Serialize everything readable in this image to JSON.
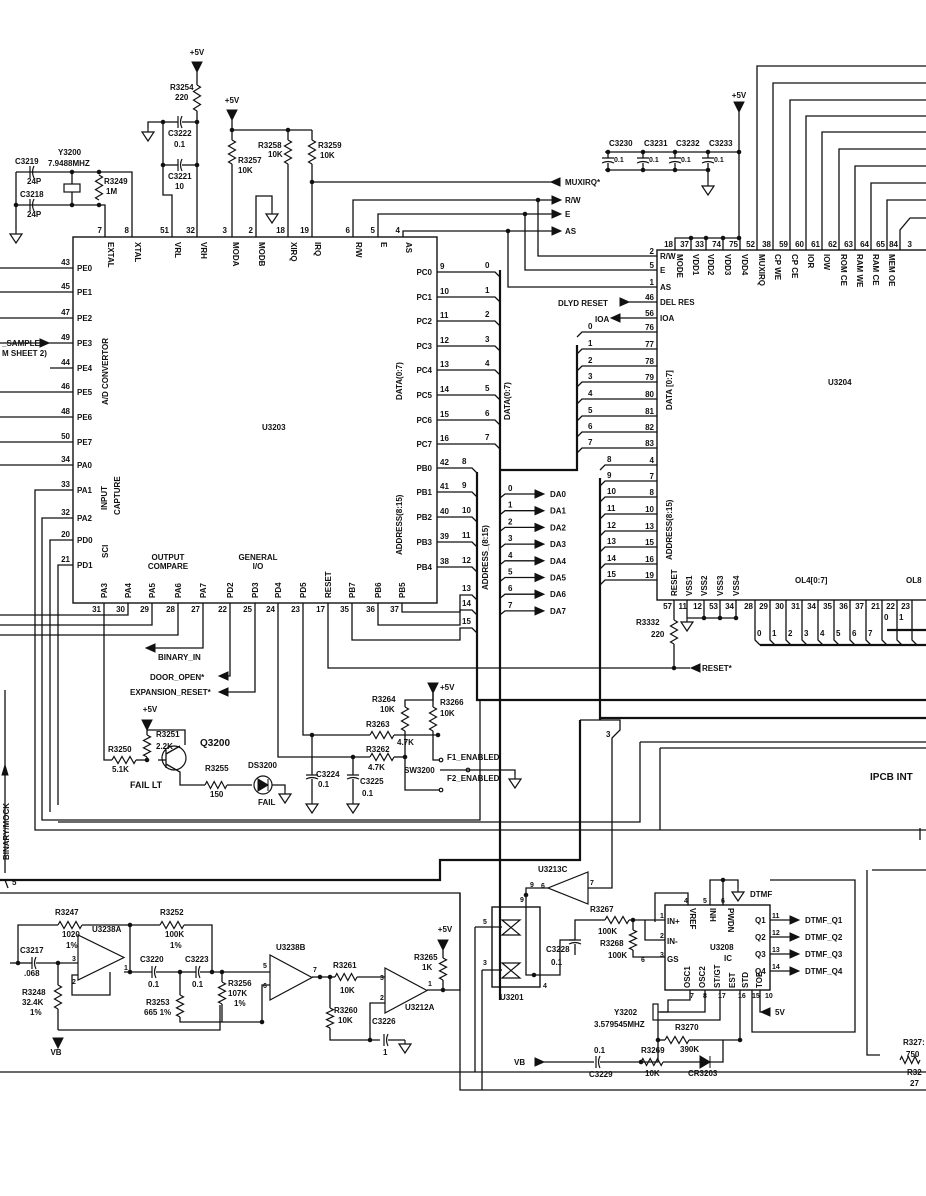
{
  "power_label": "+5V",
  "u3203": {
    "ref": "U3203",
    "top": [
      {
        "n": "7",
        "s": "EXTAL"
      },
      {
        "n": "8",
        "s": "XTAL"
      },
      {
        "n": "51",
        "s": "VRL"
      },
      {
        "n": "32",
        "s": "VRH"
      },
      {
        "n": "3",
        "s": "MODA"
      },
      {
        "n": "2",
        "s": "MODB"
      },
      {
        "n": "18",
        "s": "XIRQ"
      },
      {
        "n": "19",
        "s": "IRQ"
      },
      {
        "n": "6",
        "s": "R/W"
      },
      {
        "n": "5",
        "s": "E"
      },
      {
        "n": "4",
        "s": "AS"
      }
    ],
    "left": [
      {
        "n": "43",
        "s": "PE0"
      },
      {
        "n": "45",
        "s": "PE1"
      },
      {
        "n": "47",
        "s": "PE2"
      },
      {
        "n": "49",
        "s": "PE3"
      },
      {
        "n": "44",
        "s": "PE4"
      },
      {
        "n": "46",
        "s": "PE5"
      },
      {
        "n": "48",
        "s": "PE6"
      },
      {
        "n": "50",
        "s": "PE7"
      },
      {
        "n": "34",
        "s": "PA0"
      },
      {
        "n": "33",
        "s": "PA1"
      },
      {
        "n": "32",
        "s": "PA2"
      },
      {
        "n": "20",
        "s": "PD0"
      },
      {
        "n": "21",
        "s": "PD1"
      }
    ],
    "bottom": [
      {
        "n": "31",
        "s": "PA3"
      },
      {
        "n": "30",
        "s": "PA4"
      },
      {
        "n": "29",
        "s": "PA5"
      },
      {
        "n": "28",
        "s": "PA6"
      },
      {
        "n": "27",
        "s": "PA7"
      },
      {
        "n": "22",
        "s": "PD2"
      },
      {
        "n": "25",
        "s": "PD3"
      },
      {
        "n": "24",
        "s": "PD4"
      },
      {
        "n": "23",
        "s": "PD5"
      },
      {
        "n": "17",
        "s": "RESET"
      },
      {
        "n": "35",
        "s": "PB7"
      },
      {
        "n": "36",
        "s": "PB6"
      },
      {
        "n": "37",
        "s": "PB5"
      }
    ],
    "right": [
      {
        "n": "9",
        "s": "PC0"
      },
      {
        "n": "10",
        "s": "PC1"
      },
      {
        "n": "11",
        "s": "PC2"
      },
      {
        "n": "12",
        "s": "PC3"
      },
      {
        "n": "13",
        "s": "PC4"
      },
      {
        "n": "14",
        "s": "PC5"
      },
      {
        "n": "15",
        "s": "PC6"
      },
      {
        "n": "16",
        "s": "PC7"
      },
      {
        "n": "42",
        "s": "PB0"
      },
      {
        "n": "41",
        "s": "PB1"
      },
      {
        "n": "40",
        "s": "PB2"
      },
      {
        "n": "39",
        "s": "PB3"
      },
      {
        "n": "38",
        "s": "PB4"
      }
    ],
    "groups": {
      "ad": "A/D CONVERTOR",
      "input": "INPUT",
      "capture": "CAPTURE",
      "sci": "SCI",
      "output": "OUTPUT",
      "compare": "COMPARE",
      "general": "GENERAL",
      "io": "I/O",
      "data": "DATA(0:7)",
      "address": "ADDRESS(8:15)"
    }
  },
  "buses": {
    "data": "DATA(0:7)",
    "address": "ADDRESS_(8:15)",
    "bits": [
      "0",
      "1",
      "2",
      "3",
      "4",
      "5",
      "6",
      "7",
      "8",
      "9",
      "10",
      "11",
      "12",
      "13",
      "14",
      "15"
    ],
    "da": [
      "DA0",
      "DA1",
      "DA2",
      "DA3",
      "DA4",
      "DA5",
      "DA6",
      "DA7"
    ]
  },
  "u3204": {
    "ref": "U3204",
    "top": [
      {
        "n": "18",
        "s": "MODE"
      },
      {
        "n": "37",
        "s": "VDD1"
      },
      {
        "n": "33",
        "s": "VDD2"
      },
      {
        "n": "74",
        "s": "VDD3"
      },
      {
        "n": "75",
        "s": "VDD4"
      },
      {
        "n": "52",
        "s": "MUXIRQ"
      },
      {
        "n": "38",
        "s": "CP WE"
      },
      {
        "n": "59",
        "s": "CP CE"
      },
      {
        "n": "60",
        "s": "IOR"
      },
      {
        "n": "61",
        "s": "IOW"
      },
      {
        "n": "62",
        "s": "ROM CE"
      },
      {
        "n": "63",
        "s": "RAM WE"
      },
      {
        "n": "64",
        "s": "RAM CE"
      },
      {
        "n": "65",
        "s": "MEM OE"
      },
      {
        "n": "84",
        "s": ""
      },
      {
        "n": "3",
        "s": ""
      }
    ],
    "left": [
      {
        "n": "2",
        "s": "R/W"
      },
      {
        "n": "5",
        "s": "E"
      },
      {
        "n": "1",
        "s": "AS"
      },
      {
        "n": "46",
        "s": "DEL RES"
      },
      {
        "n": "56",
        "s": "IOA"
      }
    ],
    "data_pins": [
      "76",
      "77",
      "78",
      "79",
      "80",
      "81",
      "82",
      "83"
    ],
    "addr_pins": [
      "4",
      "7",
      "8",
      "10",
      "13",
      "15",
      "16",
      "19"
    ],
    "bottom": [
      {
        "n": "57",
        "s": "RESET"
      },
      {
        "n": "11",
        "s": "VSS1"
      },
      {
        "n": "12",
        "s": "VSS2"
      },
      {
        "n": "53",
        "s": "VSS3"
      },
      {
        "n": "34",
        "s": "VSS4"
      }
    ],
    "ol_pins": [
      "28",
      "29",
      "30",
      "31",
      "34",
      "35",
      "36",
      "37",
      "21",
      "22",
      "23"
    ],
    "ol_bits": [
      "0",
      "1",
      "2",
      "3",
      "4",
      "5",
      "6",
      "7",
      "0",
      "1"
    ],
    "data_group": "DATA [0:7]",
    "addr_group": "ADDRESS(8:15)",
    "ol4": "OL4[0:7]",
    "ol8": "OL8"
  },
  "signals": {
    "muxirq": "MUXIRQ*",
    "rw": "R/W",
    "e": "E",
    "as": "AS",
    "dlyd_reset": "DLYD RESET",
    "ioa": "IOA",
    "reset": "RESET*",
    "sample": "_SAMPLE",
    "sheet": "M SHEET 2)",
    "binary_in": "BINARY_IN",
    "door_open": "DOOR_OPEN*",
    "expansion_reset": "EXPANSION_RESET*",
    "f1": "F1_ENABLED",
    "f2": "F2_ENABLED",
    "fail_lt": "FAIL LT",
    "fail": "FAIL",
    "binary_mock": "BINARY/MOCK",
    "vb": "VB",
    "vb2": "VB",
    "dtmf": "DTMF",
    "dtmf_q": [
      "DTMF_Q1",
      "DTMF_Q2",
      "DTMF_Q3",
      "DTMF_Q4"
    ],
    "fivev": "5V",
    "ipcb": "IPCB INT",
    "wire3": "3",
    "wire5": "5"
  },
  "components": {
    "r3254": [
      "R3254",
      "220"
    ],
    "c3222": [
      "C3222",
      "0.1"
    ],
    "c3221": [
      "C3221",
      "10"
    ],
    "r3257": [
      "R3257",
      "10K"
    ],
    "r3258": [
      "R3258",
      "10K"
    ],
    "r3259": [
      "R3259",
      "10K"
    ],
    "y3200": [
      "Y3200",
      "7.9488MHZ"
    ],
    "c3219": [
      "C3219",
      "24P"
    ],
    "c3218": [
      "C3218",
      "24P"
    ],
    "r3249": [
      "R3249",
      "1M"
    ],
    "c3230": [
      "C3230",
      "0.1"
    ],
    "c3231": [
      "C3231",
      "0.1"
    ],
    "c3232": [
      "C3232",
      "0.1"
    ],
    "c3233": [
      "C3233",
      "0.1"
    ],
    "r3332": [
      "R3332",
      "220"
    ],
    "r3250": [
      "R3250",
      "5.1K"
    ],
    "r3251": [
      "R3251",
      "2.2K"
    ],
    "q3200": [
      "Q3200"
    ],
    "r3255": [
      "R3255",
      "150"
    ],
    "ds3200": [
      "DS3200"
    ],
    "r3264": [
      "R3264",
      "10K"
    ],
    "r3266": [
      "R3266",
      "10K"
    ],
    "r3263": [
      "R3263",
      "4.7K"
    ],
    "r3262": [
      "R3262",
      "4.7K"
    ],
    "sw3200": [
      "SW3200"
    ],
    "c3224": [
      "C3224",
      "0.1"
    ],
    "c3225": [
      "C3225",
      "0.1"
    ],
    "r3247": [
      "R3247",
      "1020",
      "1%"
    ],
    "r3252": [
      "R3252",
      "100K",
      "1%"
    ],
    "c3217": [
      "C3217",
      ".068"
    ],
    "u3238a": [
      "U3238A"
    ],
    "r3248": [
      "R3248",
      "32.4K",
      "1%"
    ],
    "c3220": [
      "C3220",
      "0.1"
    ],
    "c3223": [
      "C3223",
      "0.1"
    ],
    "r3253": [
      "R3253",
      "665 1%"
    ],
    "r3256": [
      "R3256",
      "107K",
      "1%"
    ],
    "u3238b": [
      "U3238B"
    ],
    "r3261": [
      "R3261",
      "10K"
    ],
    "r3260": [
      "R3260",
      "10K"
    ],
    "c3226": [
      "C3226",
      "1"
    ],
    "r3265": [
      "R3265",
      "1K"
    ],
    "u3212a": [
      "U3212A"
    ],
    "u3213c": [
      "U3213C"
    ],
    "u3201": [
      "U3201"
    ],
    "c3228": [
      "C3228",
      "0.1"
    ],
    "r3267": [
      "R3267",
      "100K"
    ],
    "r3268": [
      "R3268",
      "100K"
    ],
    "u3208": [
      "U3208",
      "IC"
    ],
    "y3202": [
      "Y3202",
      "3.579545MHZ"
    ],
    "r3270": [
      "R3270",
      "390K"
    ],
    "r3269": [
      "R3269",
      "10K"
    ],
    "c3229": [
      "C3229",
      "0.1"
    ],
    "cr3203": [
      "CR3203"
    ],
    "r327x": [
      "R327:",
      "750"
    ],
    "r32x": [
      "R32",
      "27"
    ]
  },
  "u3208_pins": {
    "in_plus": "IN+",
    "in_minus": "IN-",
    "gs": "GS",
    "vref": "VREF",
    "inh": "INH",
    "pwdn": "PWDN",
    "q": [
      "Q1",
      "Q2",
      "Q3",
      "Q4"
    ],
    "osc1": "OSC1",
    "osc2": "OSC2",
    "stgt": "ST/GT",
    "est": "EST",
    "std": "STD",
    "toe": "TOE",
    "nums": [
      "4",
      "5",
      "6",
      "1",
      "2",
      "3",
      "7",
      "8",
      "17",
      "16",
      "15",
      "10",
      "11",
      "12",
      "13",
      "14"
    ]
  },
  "misc_pins": [
    "1",
    "2",
    "3",
    "5",
    "6",
    "7",
    "3",
    "2",
    "1",
    "9",
    "6",
    "5",
    "3",
    "4",
    "9",
    "7",
    "6"
  ]
}
